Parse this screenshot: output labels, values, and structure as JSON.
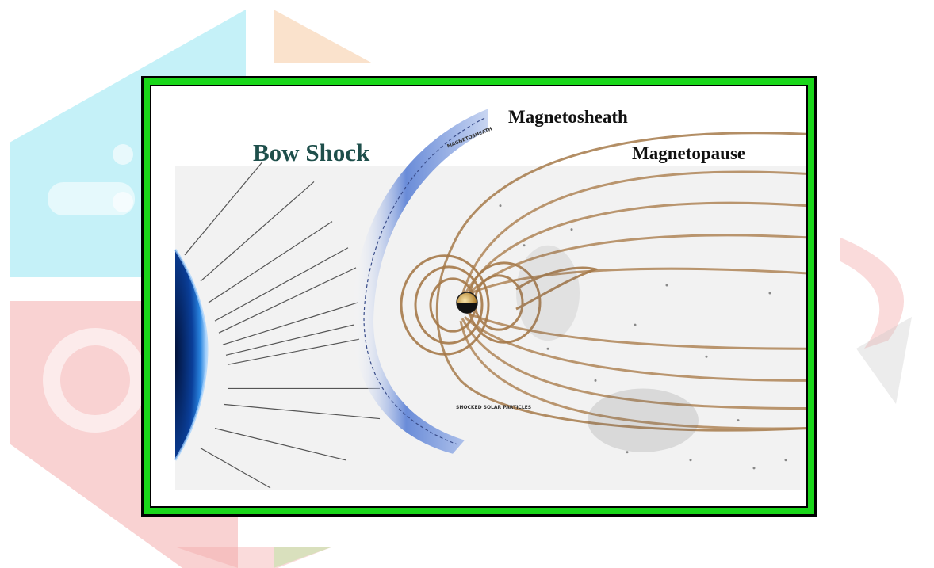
{
  "labels": {
    "bow_shock": "Bow Shock",
    "magnetosheath": "Magnetosheath",
    "magnetopause": "Magnetopause",
    "small_magnetosheath": "MAGNETOSHEATH",
    "shocked_solar_particles": "SHOCKED SOLAR PARTICLES"
  },
  "colors": {
    "frame_green": "#19d619",
    "sun_blue": "#1060c8",
    "bow_shock_blue": "#6a8cd8",
    "field_lines_brown": "#a67a4a",
    "bow_shock_label": "#1e4f4b"
  }
}
